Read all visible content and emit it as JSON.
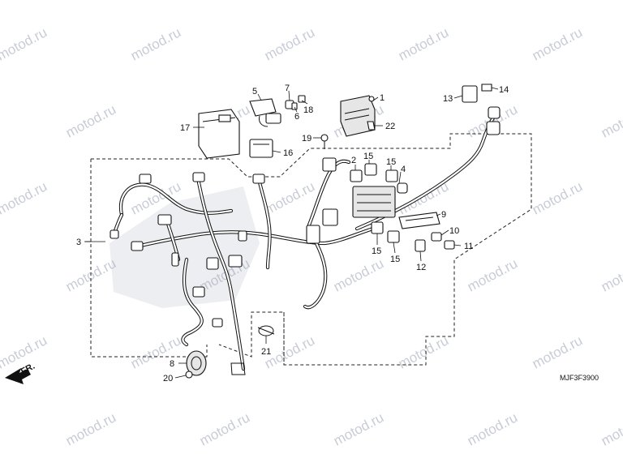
{
  "watermark": "motod.ru",
  "figure_code": "MJF3F3900",
  "front_marker": "FR.",
  "callouts": [
    {
      "id": "c1",
      "text": "1"
    },
    {
      "id": "c2",
      "text": "2"
    },
    {
      "id": "c3",
      "text": "3"
    },
    {
      "id": "c4",
      "text": "4"
    },
    {
      "id": "c5",
      "text": "5"
    },
    {
      "id": "c6",
      "text": "6"
    },
    {
      "id": "c7",
      "text": "7"
    },
    {
      "id": "c8",
      "text": "8"
    },
    {
      "id": "c9",
      "text": "9"
    },
    {
      "id": "c10",
      "text": "10"
    },
    {
      "id": "c11",
      "text": "11"
    },
    {
      "id": "c12",
      "text": "12"
    },
    {
      "id": "c13",
      "text": "13"
    },
    {
      "id": "c14",
      "text": "14"
    },
    {
      "id": "c15a",
      "text": "15"
    },
    {
      "id": "c15b",
      "text": "15"
    },
    {
      "id": "c15c",
      "text": "15"
    },
    {
      "id": "c15d",
      "text": "15"
    },
    {
      "id": "c16",
      "text": "16"
    },
    {
      "id": "c17",
      "text": "17"
    },
    {
      "id": "c18",
      "text": "18"
    },
    {
      "id": "c19",
      "text": "19"
    },
    {
      "id": "c20",
      "text": "20"
    },
    {
      "id": "c21",
      "text": "21"
    },
    {
      "id": "c22",
      "text": "22"
    }
  ],
  "colors": {
    "line": "#111111",
    "watermark": "#c8ccd6",
    "background": "#ffffff"
  }
}
